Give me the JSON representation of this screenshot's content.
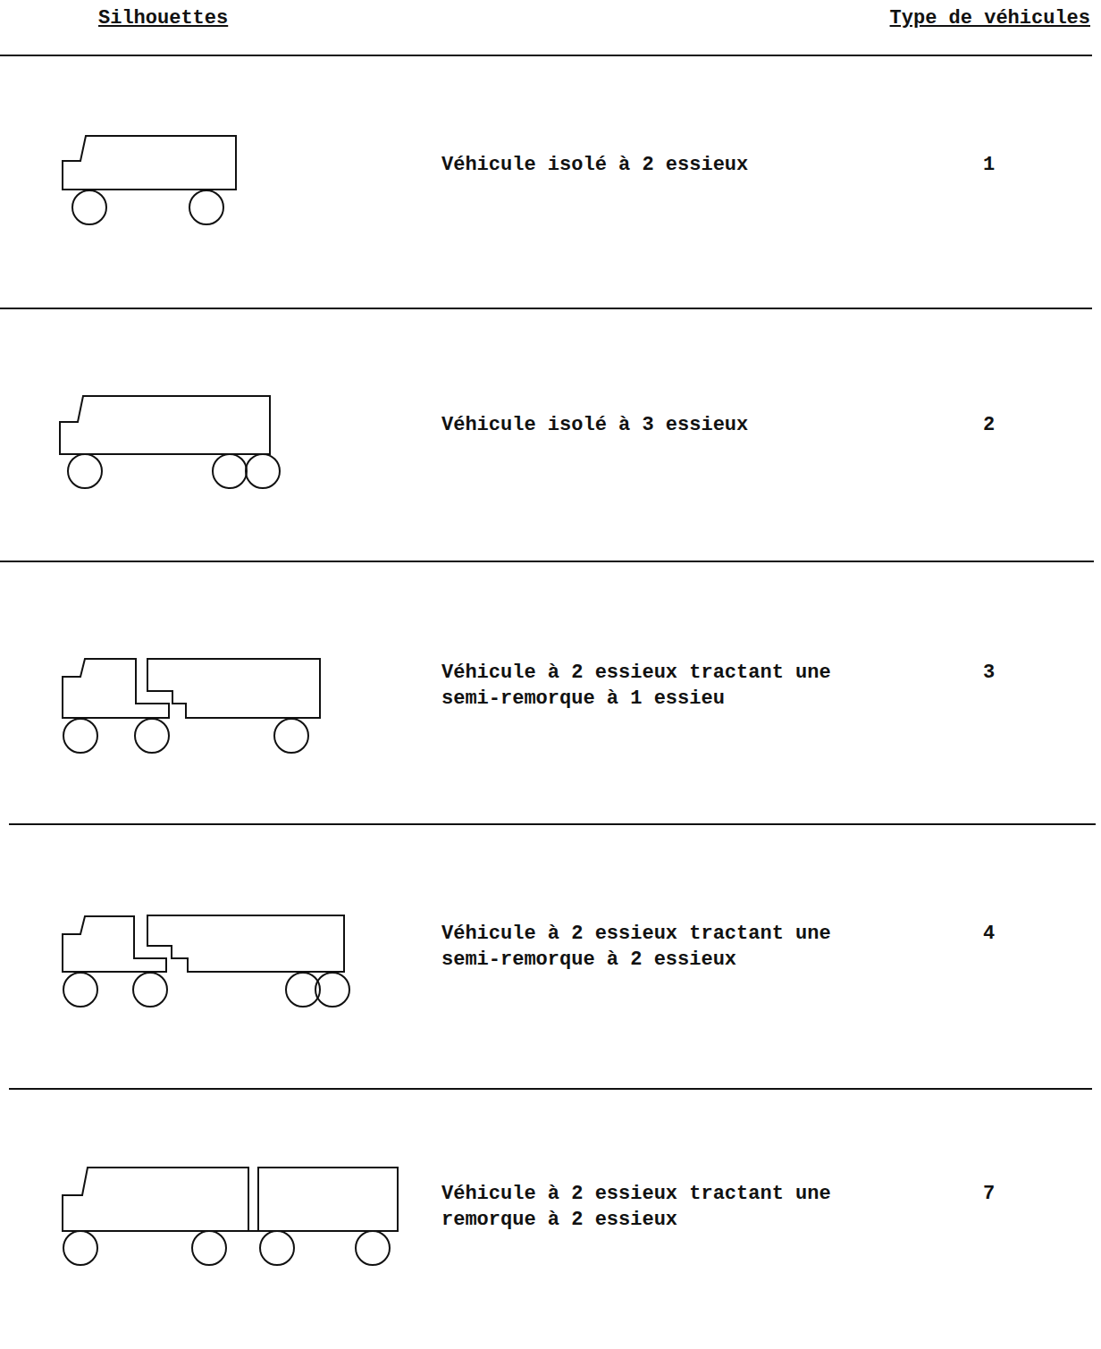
{
  "diagram": {
    "labels": [
      "Silhouettes",
      "Type de véhicules",
      "Véhicule isolé à 2 essieux",
      "1",
      "Véhicule isolé à 3 essieux",
      "2",
      "Véhicule à 2 essieux tractant une semi-remorque à 1 essieu",
      "3",
      "Véhicule à 2 essieux tractant une semi-remorque à 2 essieux",
      "4",
      "Véhicule à 2 essieux tractant une remorque à 2 essieux",
      "7"
    ]
  }
}
